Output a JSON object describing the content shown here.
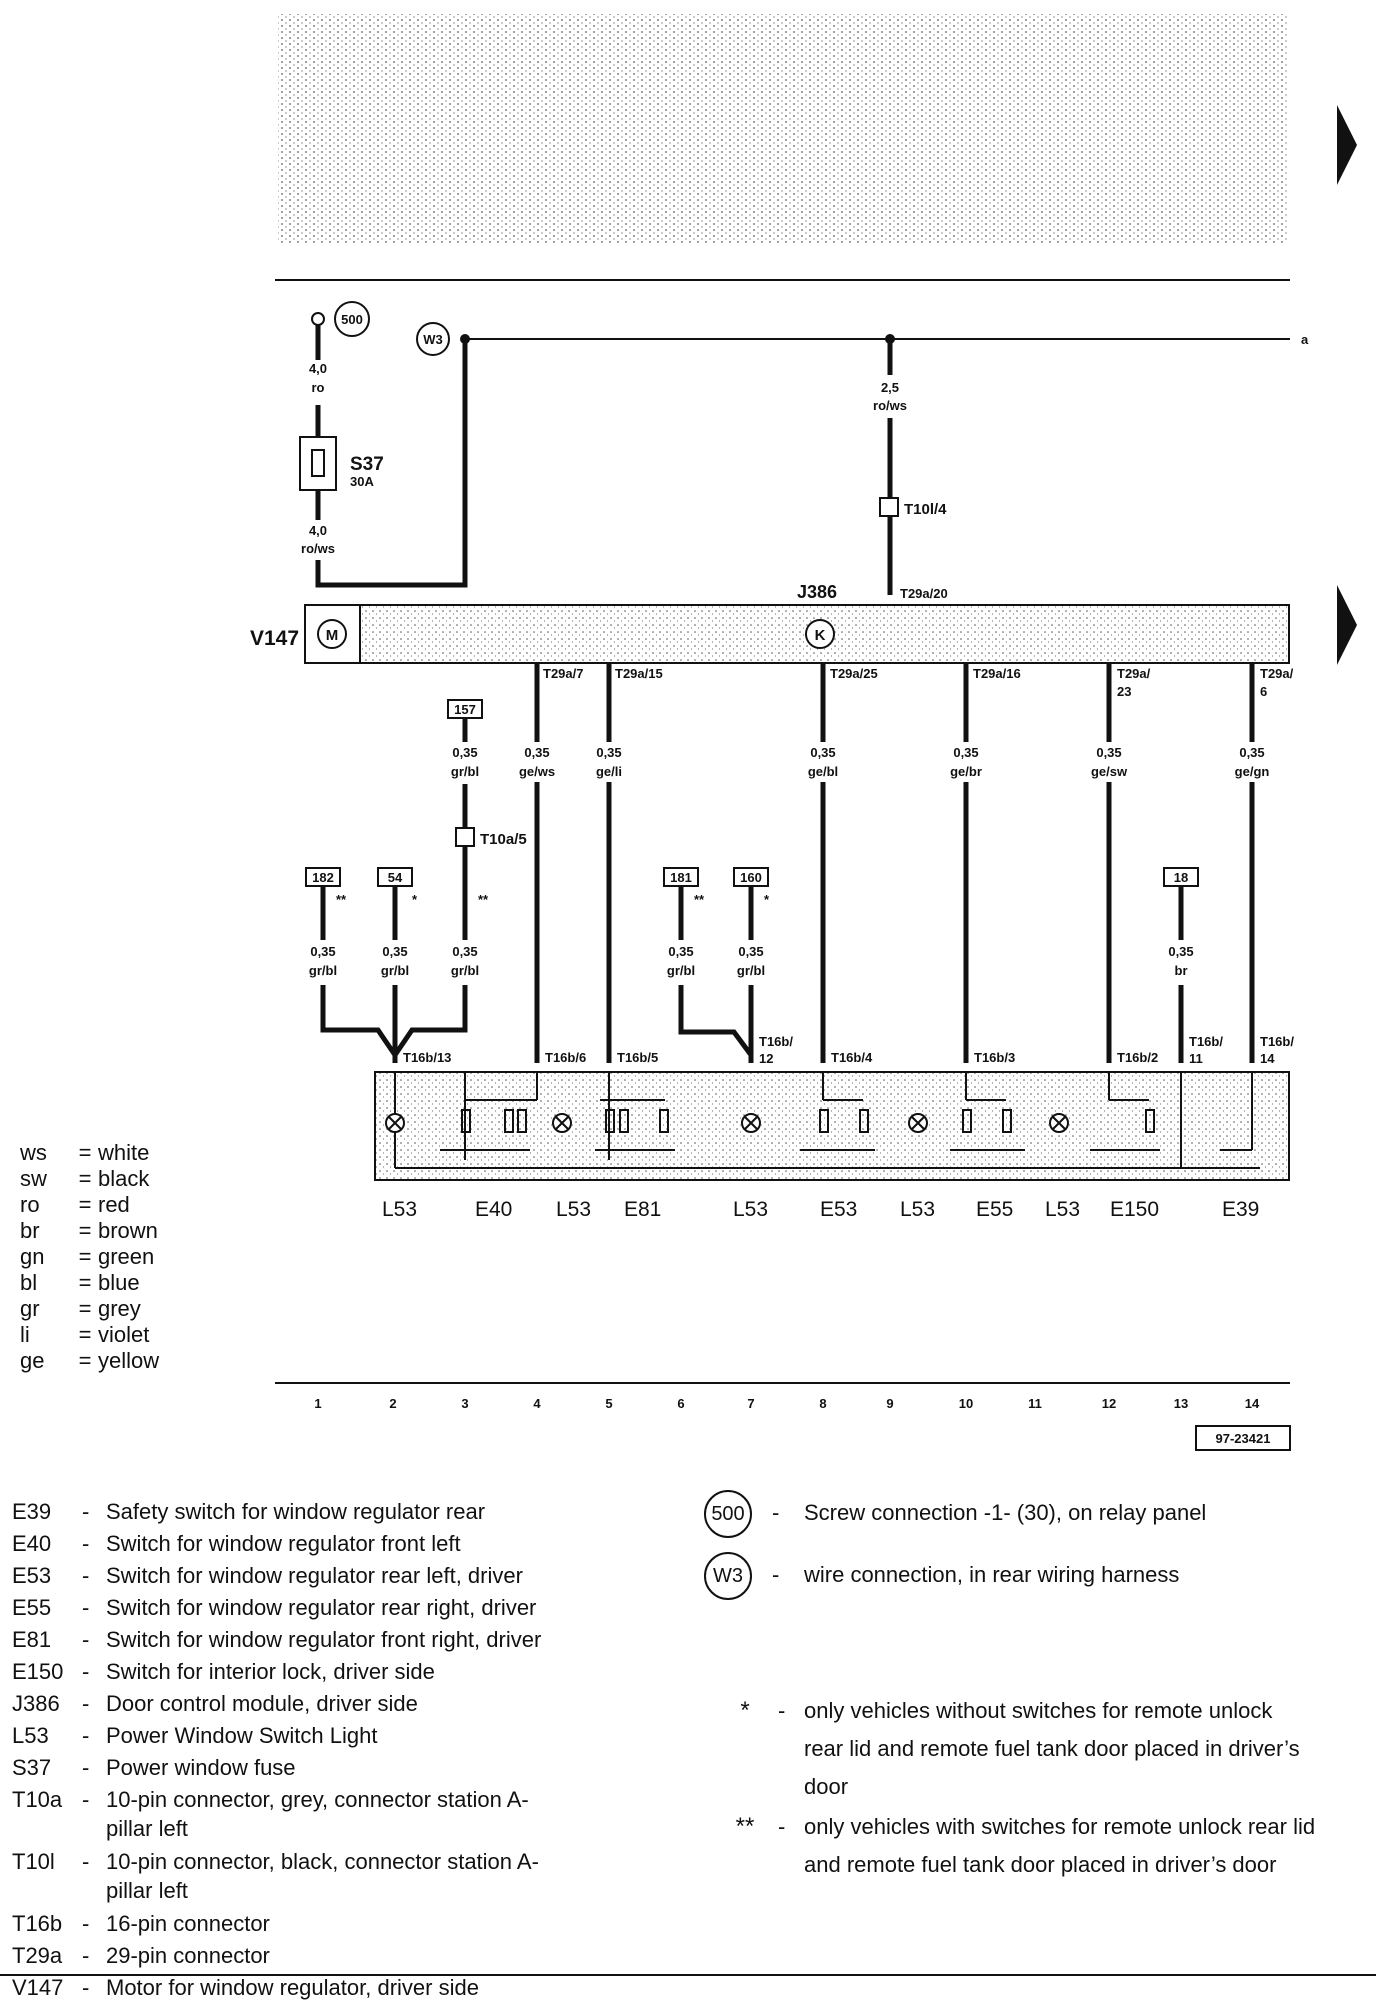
{
  "diagram_id": "97-23421",
  "terminal_a": "a",
  "top_wiring": {
    "screw_500": "500",
    "wire_w3": "W3",
    "wire1_size": "4,0",
    "wire1_color": "ro",
    "fuse_name": "S37",
    "fuse_rating": "30A",
    "wire2_size": "4,0",
    "wire2_color": "ro/ws",
    "wire3_size": "2,5",
    "wire3_color": "ro/ws",
    "conn_t10l": "T10l/4",
    "pin_t29a20": "T29a/20"
  },
  "module": {
    "motor_label": "V147",
    "motor_symbol": "M",
    "control_label": "J386",
    "control_symbol": "K"
  },
  "pins": {
    "p1": "T29a/7",
    "p2": "T29a/15",
    "p3": "T29a/25",
    "p4": "T29a/16",
    "p5": "T29a/",
    "p5b": "23",
    "p6": "T29a/",
    "p6b": "6"
  },
  "wires": {
    "w157_ref": "157",
    "w157_size": "0,35",
    "w157_color": "gr/bl",
    "conn_t10a": "T10a/5",
    "w_gews_size": "0,35",
    "w_gews_color": "ge/ws",
    "w_geli_size": "0,35",
    "w_geli_color": "ge/li",
    "w_gebl_size": "0,35",
    "w_gebl_color": "ge/bl",
    "w_gebr_size": "0,35",
    "w_gebr_color": "ge/br",
    "w_gesw_size": "0,35",
    "w_gesw_color": "ge/sw",
    "w_gegn_size": "0,35",
    "w_gegn_color": "ge/gn",
    "ref182": "182",
    "ref54": "54",
    "ref181": "181",
    "ref160": "160",
    "ref18": "18",
    "star1": "**",
    "star2": "*",
    "star3": "**",
    "star4": "**",
    "star5": "*",
    "grbl_size": "0,35",
    "grbl_color": "gr/bl",
    "br_size": "0,35",
    "br_color": "br"
  },
  "t16b": {
    "c13": "T16b/13",
    "c6": "T16b/6",
    "c5": "T16b/5",
    "c12a": "T16b/",
    "c12b": "12",
    "c4": "T16b/4",
    "c3": "T16b/3",
    "c2": "T16b/2",
    "c11a": "T16b/",
    "c11b": "11",
    "c14a": "T16b/",
    "c14b": "14"
  },
  "components": [
    "L53",
    "E40",
    "L53",
    "E81",
    "L53",
    "E53",
    "L53",
    "E55",
    "L53",
    "E150",
    "E39"
  ],
  "track_numbers": [
    "1",
    "2",
    "3",
    "4",
    "5",
    "6",
    "7",
    "8",
    "9",
    "10",
    "11",
    "12",
    "13",
    "14"
  ],
  "color_legend": [
    {
      "code": "ws",
      "name": "white"
    },
    {
      "code": "sw",
      "name": "black"
    },
    {
      "code": "ro",
      "name": "red"
    },
    {
      "code": "br",
      "name": "brown"
    },
    {
      "code": "gn",
      "name": "green"
    },
    {
      "code": "bl",
      "name": "blue"
    },
    {
      "code": "gr",
      "name": "grey"
    },
    {
      "code": "li",
      "name": "violet"
    },
    {
      "code": "ge",
      "name": "yellow"
    }
  ],
  "descriptions": [
    {
      "code": "E39",
      "text": "Safety switch for window regulator rear"
    },
    {
      "code": "E40",
      "text": "Switch for window regulator front left"
    },
    {
      "code": "E53",
      "text": "Switch for window regulator rear left, driver"
    },
    {
      "code": "E55",
      "text": "Switch for window regulator rear right, driver"
    },
    {
      "code": "E81",
      "text": "Switch for window regulator front right, driver"
    },
    {
      "code": "E150",
      "text": "Switch for interior lock, driver side"
    },
    {
      "code": "J386",
      "text": "Door control module, driver side"
    },
    {
      "code": "L53",
      "text": "Power Window Switch Light"
    },
    {
      "code": "S37",
      "text": "Power window fuse"
    },
    {
      "code": "T10a",
      "text": "10-pin connector, grey, connector station A-pillar left"
    },
    {
      "code": "T10l",
      "text": "10-pin connector, black, connector station A-pillar left"
    },
    {
      "code": "T16b",
      "text": "16-pin connector"
    },
    {
      "code": "T29a",
      "text": "29-pin connector"
    },
    {
      "code": "V147",
      "text": "Motor for window regulator, driver side"
    }
  ],
  "symbol_notes": [
    {
      "symbol": "500",
      "text": "Screw connection -1- (30), on relay panel"
    },
    {
      "symbol": "W3",
      "text": "wire connection, in rear wiring harness"
    }
  ],
  "footnotes": [
    {
      "symbol": "*",
      "text": "only vehicles without switches for remote unlock rear lid and remote  fuel tank door placed in driver’s door"
    },
    {
      "symbol": "**",
      "text": "only vehicles with switches for remote unlock rear lid and remote  fuel tank door placed in driver’s door"
    }
  ]
}
